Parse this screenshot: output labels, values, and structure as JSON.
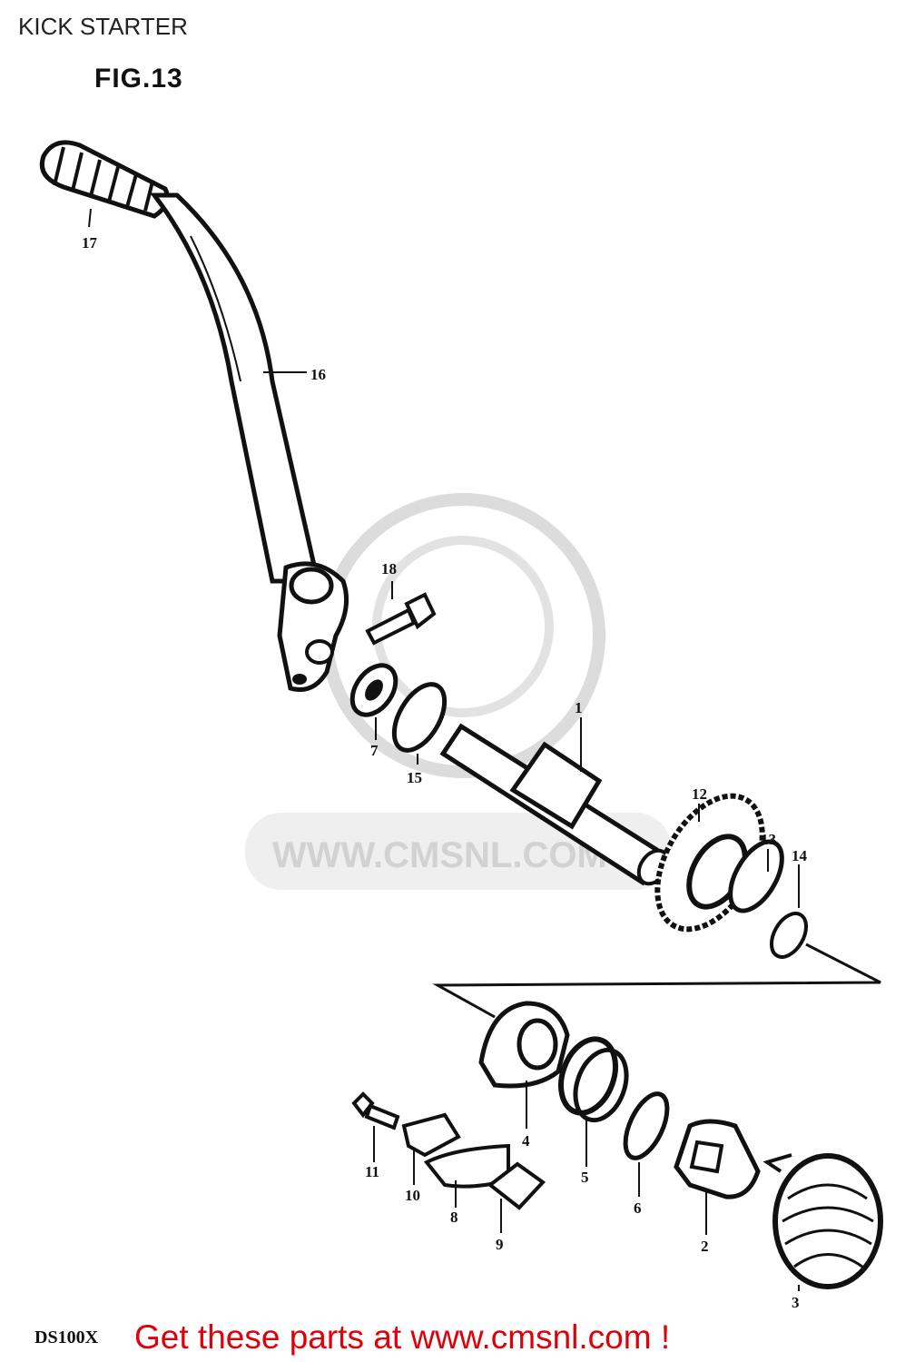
{
  "header": {
    "title": "KICK STARTER"
  },
  "figure": {
    "label": "FIG.13",
    "model_code": "DS100X"
  },
  "callouts": [
    "17",
    "16",
    "18",
    "7",
    "15",
    "1",
    "12",
    "13",
    "14",
    "4",
    "5",
    "6",
    "2",
    "3",
    "11",
    "10",
    "8",
    "9"
  ],
  "watermark": {
    "text": "WWW.CMSNL.COM"
  },
  "footer": {
    "cta": "Get these parts at www.cmsnl.com !"
  },
  "colors": {
    "cta": "#e0000a",
    "ink": "#111111",
    "watermark": "#d2d2d2"
  }
}
